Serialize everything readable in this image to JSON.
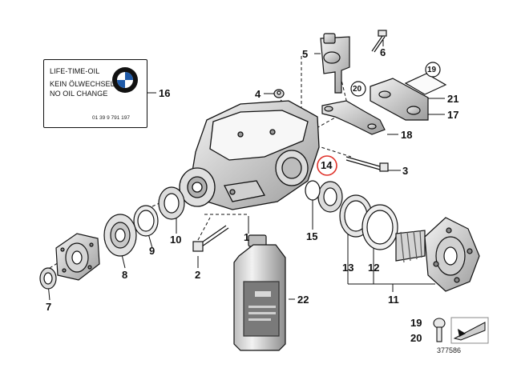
{
  "oil_label": {
    "line1": "LIFE-TIME-OIL",
    "line2": "KEIN ÖLWECHSEL",
    "line3": "NO OIL CHANGE",
    "part_number": "01 39 9 791 197",
    "logo": "bmw-roundel-logo"
  },
  "callouts": {
    "c1": "1",
    "c2": "2",
    "c3": "3",
    "c4": "4",
    "c5": "5",
    "c6": "6",
    "c7": "7",
    "c8": "8",
    "c9": "9",
    "c10": "10",
    "c11": "11",
    "c12": "12",
    "c13": "13",
    "c14": "14",
    "c15": "15",
    "c16": "16",
    "c17": "17",
    "c18": "18",
    "c19": "19",
    "c20": "20",
    "c21": "21",
    "c22": "22"
  },
  "legend": {
    "top": "19",
    "bottom": "20"
  },
  "drawing_number": "377586",
  "colors": {
    "line": "#111111",
    "highlight": "#e0322a",
    "grey_bottle": "#9a9a9a"
  }
}
